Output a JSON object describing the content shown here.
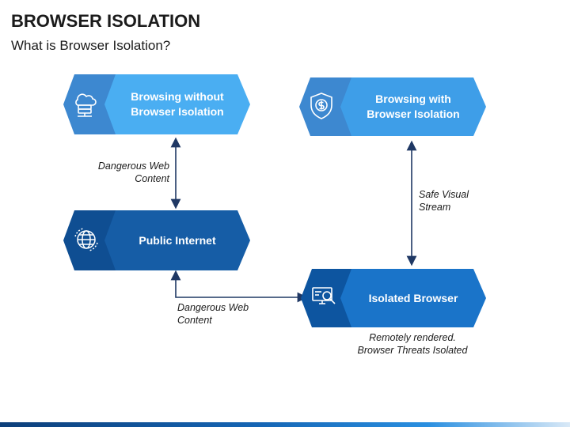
{
  "header": {
    "title": "BROWSER ISOLATION",
    "subtitle": "What is Browser Isolation?"
  },
  "nodes": {
    "browsing_without": {
      "label": "Browsing without Browser Isolation",
      "icon": "server-cloud-icon",
      "color_back": "#3d88d0",
      "color_front": "#4aaef2"
    },
    "browsing_with": {
      "label": "Browsing with Browser Isolation",
      "icon": "shield-dollar-icon",
      "color_back": "#3d88d0",
      "color_front": "#3e9ee8"
    },
    "public_internet": {
      "label": "Public Internet",
      "icon": "globe-icon",
      "color_back": "#0f4e92",
      "color_front": "#165da6"
    },
    "isolated_browser": {
      "label": "Isolated Browser",
      "icon": "monitor-search-icon",
      "color_back": "#0d55a0",
      "color_front": "#1a74c9"
    }
  },
  "edges": {
    "dangerous_top": {
      "label_line1": "Dangerous Web",
      "label_line2": "Content"
    },
    "safe_visual": {
      "label_line1": "Safe Visual",
      "label_line2": "Stream"
    },
    "dangerous_bottom": {
      "label_line1": "Dangerous Web",
      "label_line2": "Content"
    }
  },
  "caption": {
    "line1": "Remotely rendered.",
    "line2": "Browser Threats Isolated"
  },
  "colors": {
    "arrow": "#1f3864",
    "text": "#1b1b1b"
  }
}
